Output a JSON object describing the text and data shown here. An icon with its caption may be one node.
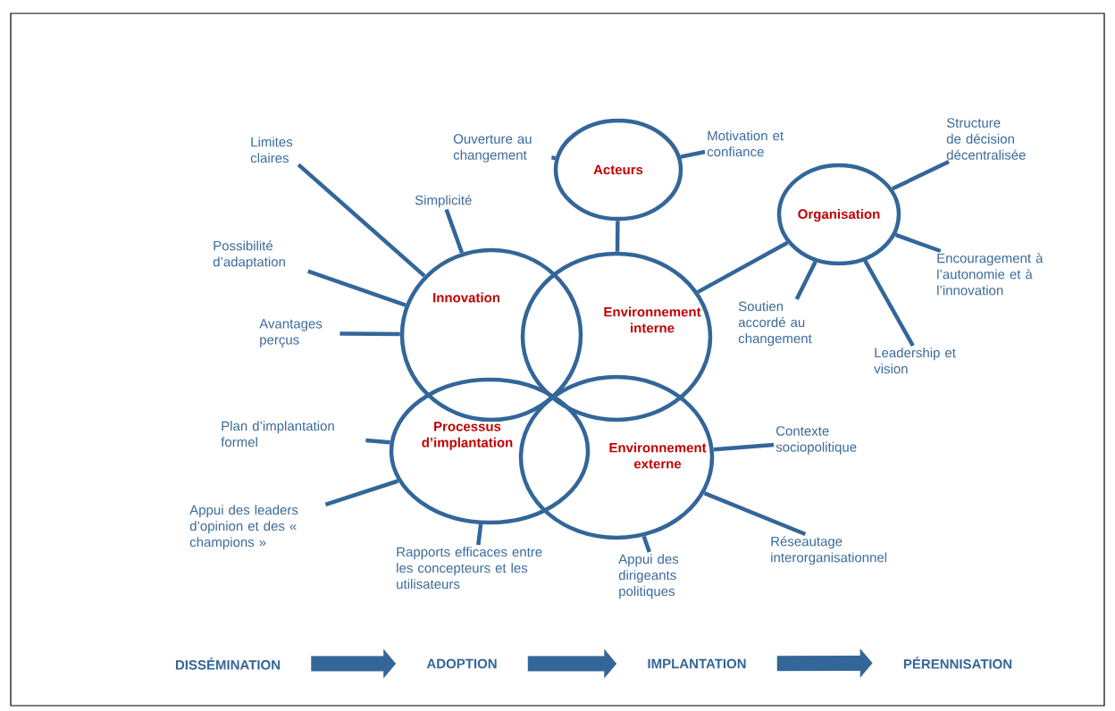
{
  "diagram": {
    "nodes": [
      {
        "text": [
          "Acteurs"
        ]
      },
      {
        "text": [
          "Organisation"
        ]
      },
      {
        "text": [
          "Innovation"
        ]
      },
      {
        "text": [
          "Environnement interne"
        ]
      },
      {
        "text": [
          "Processus d’implantation"
        ]
      },
      {
        "text": [
          "Environnement externe"
        ]
      },
      {
        "text": [
          "Limites claires"
        ]
      },
      {
        "text": [
          "Simplicité"
        ]
      },
      {
        "text": [
          "Possibilité d’adaptation"
        ]
      },
      {
        "text": [
          "Avantages perçus"
        ]
      },
      {
        "text": [
          "Ouverture au changement"
        ]
      },
      {
        "text": [
          "Motivation et confiance"
        ]
      },
      {
        "text": [
          "Structure de décision décentralisée"
        ]
      },
      {
        "text": [
          "Encouragement à l’autonomie et à l’innovation"
        ]
      },
      {
        "text": [
          "Soutien accordé au changement"
        ]
      },
      {
        "text": [
          "Leadership et vision"
        ]
      },
      {
        "text": [
          "Plan d’implantation formel"
        ]
      },
      {
        "text": [
          "Appui des leaders d’opinion et des « champions »"
        ]
      },
      {
        "text": [
          "Rapports efficaces entre les concepteurs et les utilisateurs"
        ]
      },
      {
        "text": [
          "Appui des dirigeants politiques"
        ]
      },
      {
        "text": [
          "Contexte sociopolitique"
        ]
      },
      {
        "text": [
          "Réseautage interorganisationnel"
        ]
      },
      {
        "text": [
          "DISSÉMINATION"
        ]
      },
      {
        "text": [
          "ADOPTION"
        ]
      },
      {
        "text": [
          "IMPLANTATION"
        ]
      },
      {
        "text": [
          "PÉRENNISATION"
        ]
      }
    ],
    "edges": [
      {
        "from": 0,
        "to": 3,
        "arrow": "none"
      },
      {
        "from": 1,
        "to": 3,
        "arrow": "none"
      },
      {
        "from": 6,
        "to": 2,
        "arrow": "none"
      },
      {
        "from": 7,
        "to": 2,
        "arrow": "none"
      },
      {
        "from": 8,
        "to": 2,
        "arrow": "none"
      },
      {
        "from": 9,
        "to": 2,
        "arrow": "none"
      },
      {
        "from": 10,
        "to": 0,
        "arrow": "none"
      },
      {
        "from": 11,
        "to": 0,
        "arrow": "none"
      },
      {
        "from": 12,
        "to": 1,
        "arrow": "none"
      },
      {
        "from": 13,
        "to": 1,
        "arrow": "none"
      },
      {
        "from": 14,
        "to": 1,
        "arrow": "none"
      },
      {
        "from": 15,
        "to": 1,
        "arrow": "none"
      },
      {
        "from": 16,
        "to": 4,
        "arrow": "none"
      },
      {
        "from": 17,
        "to": 4,
        "arrow": "none"
      },
      {
        "from": 18,
        "to": 4,
        "arrow": "none"
      },
      {
        "from": 19,
        "to": 5,
        "arrow": "none"
      },
      {
        "from": 20,
        "to": 5,
        "arrow": "none"
      },
      {
        "from": 21,
        "to": 5,
        "arrow": "none"
      },
      {
        "from": 22,
        "to": 23,
        "arrow": "to",
        "style": "thick"
      },
      {
        "from": 23,
        "to": 24,
        "arrow": "to",
        "style": "thick"
      },
      {
        "from": 24,
        "to": 25,
        "arrow": "to",
        "style": "thick"
      }
    ]
  }
}
